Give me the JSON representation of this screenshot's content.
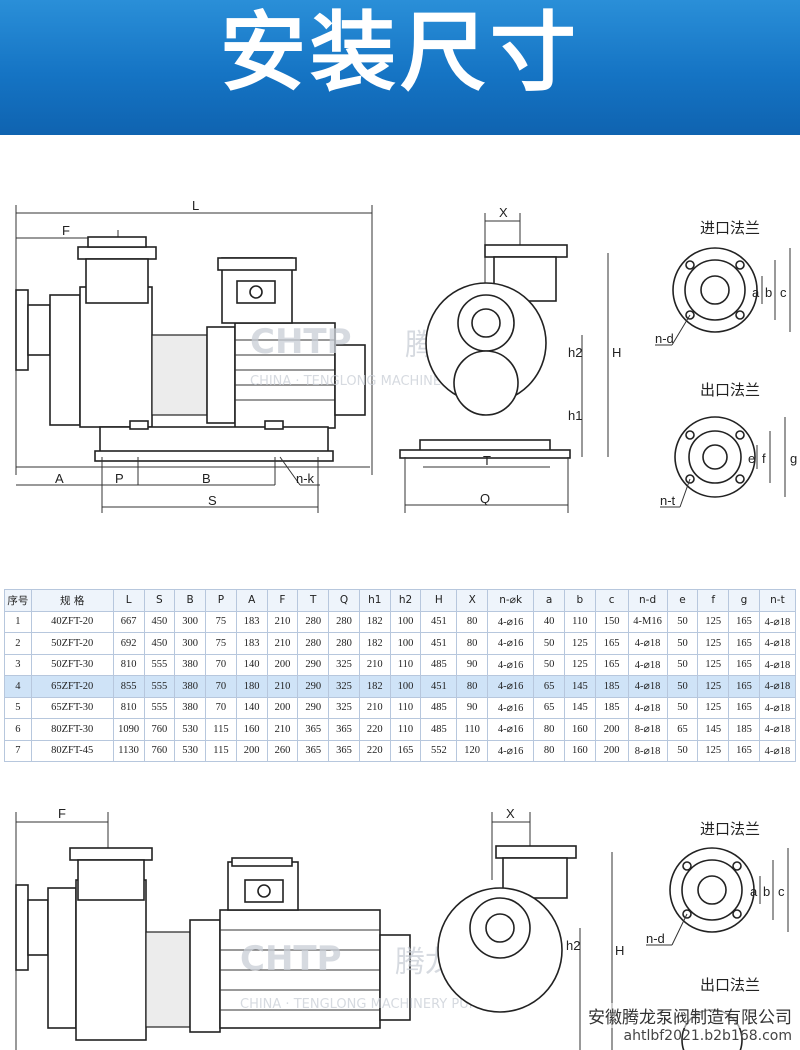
{
  "banner": {
    "title": "安装尺寸"
  },
  "drawing_labels": {
    "L": "L",
    "F": "F",
    "A": "A",
    "P": "P",
    "B": "B",
    "S": "S",
    "nk": "n-k",
    "X": "X",
    "H": "H",
    "h1": "h1",
    "h2": "h2",
    "T": "T",
    "Q": "Q",
    "inlet_flange": "进口法兰",
    "outlet_flange": "出口法兰",
    "nd": "n-d",
    "nt": "n-t",
    "a": "a",
    "b": "b",
    "c": "c",
    "e": "e",
    "f": "f",
    "g": "g"
  },
  "watermark": {
    "logo": "CHTP",
    "cn": "腾龙",
    "en": "CHINA · TENGLONG MACHINERY PUMP"
  },
  "table": {
    "headers": [
      "序号",
      "规  格",
      "L",
      "S",
      "B",
      "P",
      "A",
      "F",
      "T",
      "Q",
      "h1",
      "h2",
      "H",
      "X",
      "n-⌀k",
      "a",
      "b",
      "c",
      "n-d",
      "e",
      "f",
      "g",
      "n-t"
    ],
    "rows": [
      [
        "1",
        "40ZFT-20",
        "667",
        "450",
        "300",
        "75",
        "183",
        "210",
        "280",
        "280",
        "182",
        "100",
        "451",
        "80",
        "4-⌀16",
        "40",
        "110",
        "150",
        "4-M16",
        "50",
        "125",
        "165",
        "4-⌀18"
      ],
      [
        "2",
        "50ZFT-20",
        "692",
        "450",
        "300",
        "75",
        "183",
        "210",
        "280",
        "280",
        "182",
        "100",
        "451",
        "80",
        "4-⌀16",
        "50",
        "125",
        "165",
        "4-⌀18",
        "50",
        "125",
        "165",
        "4-⌀18"
      ],
      [
        "3",
        "50ZFT-30",
        "810",
        "555",
        "380",
        "70",
        "140",
        "200",
        "290",
        "325",
        "210",
        "110",
        "485",
        "90",
        "4-⌀16",
        "50",
        "125",
        "165",
        "4-⌀18",
        "50",
        "125",
        "165",
        "4-⌀18"
      ],
      [
        "4",
        "65ZFT-20",
        "855",
        "555",
        "380",
        "70",
        "180",
        "210",
        "290",
        "325",
        "182",
        "100",
        "451",
        "80",
        "4-⌀16",
        "65",
        "145",
        "185",
        "4-⌀18",
        "50",
        "125",
        "165",
        "4-⌀18"
      ],
      [
        "5",
        "65ZFT-30",
        "810",
        "555",
        "380",
        "70",
        "140",
        "200",
        "290",
        "325",
        "210",
        "110",
        "485",
        "90",
        "4-⌀16",
        "65",
        "145",
        "185",
        "4-⌀18",
        "50",
        "125",
        "165",
        "4-⌀18"
      ],
      [
        "6",
        "80ZFT-30",
        "1090",
        "760",
        "530",
        "115",
        "160",
        "210",
        "365",
        "365",
        "220",
        "110",
        "485",
        "110",
        "4-⌀16",
        "80",
        "160",
        "200",
        "8-⌀18",
        "65",
        "145",
        "185",
        "4-⌀18"
      ],
      [
        "7",
        "80ZFT-45",
        "1130",
        "760",
        "530",
        "115",
        "200",
        "260",
        "365",
        "365",
        "220",
        "165",
        "552",
        "120",
        "4-⌀16",
        "80",
        "160",
        "200",
        "8-⌀18",
        "50",
        "125",
        "165",
        "4-⌀18"
      ]
    ],
    "highlight_row": 3
  },
  "footer": {
    "company": "安徽腾龙泵阀制造有限公司",
    "url": "ahtlbf2021.b2b168.com"
  }
}
